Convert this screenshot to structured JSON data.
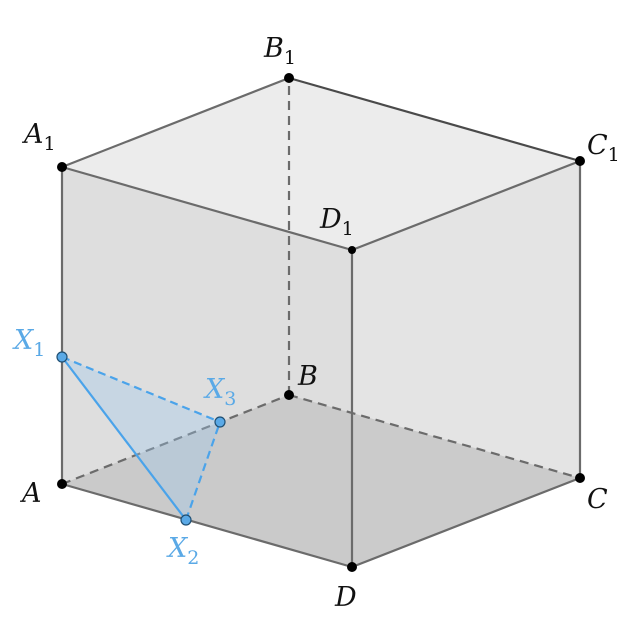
{
  "colors": {
    "section_stroke": "#4aa3ea",
    "section_label": "#5aa9e6",
    "vertex_label": "#111111",
    "edge": "#6b6b6b"
  },
  "vertices": {
    "A": {
      "name": "A",
      "sub": ""
    },
    "B": {
      "name": "B",
      "sub": ""
    },
    "C": {
      "name": "C",
      "sub": ""
    },
    "D": {
      "name": "D",
      "sub": ""
    },
    "A1": {
      "name": "A",
      "sub": "1"
    },
    "B1": {
      "name": "B",
      "sub": "1"
    },
    "C1": {
      "name": "C",
      "sub": "1"
    },
    "D1": {
      "name": "D",
      "sub": "1"
    }
  },
  "section_points": {
    "X1": {
      "name": "X",
      "sub": "1"
    },
    "X2": {
      "name": "X",
      "sub": "2"
    },
    "X3": {
      "name": "X",
      "sub": "3"
    }
  }
}
